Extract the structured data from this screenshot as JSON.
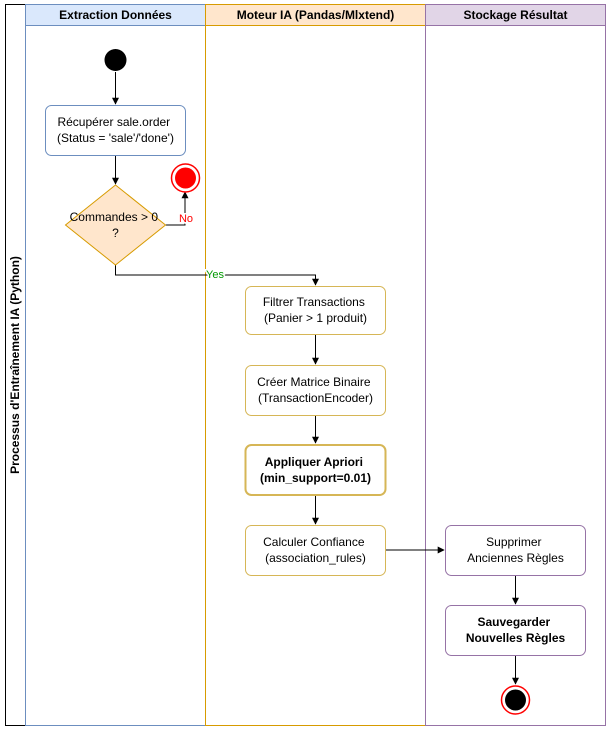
{
  "pool": {
    "title": "Processus d'Entraînement IA (Python)"
  },
  "lanes": [
    {
      "title": "Extraction Données",
      "fill": "#dae8fc",
      "stroke": "#6c8ebf"
    },
    {
      "title": "Moteur IA (Pandas/Mlxtend)",
      "fill": "#ffe6cc",
      "stroke": "#d79b00"
    },
    {
      "title": "Stockage Résultat",
      "fill": "#e1d5e7",
      "stroke": "#9673a6"
    }
  ],
  "nodes": {
    "fetch": {
      "line1": "Récupérer sale.order",
      "line2": "(Status = 'sale'/'done')"
    },
    "decision": {
      "line1": "Commandes > 0",
      "line2": "?"
    },
    "filter": {
      "line1": "Filtrer Transactions",
      "line2": "(Panier > 1 produit)"
    },
    "matrix": {
      "line1": "Créer Matrice Binaire",
      "line2": "(TransactionEncoder)"
    },
    "apriori": {
      "line1": "Appliquer Apriori",
      "line2": "(min_support=0.01)"
    },
    "confidence": {
      "line1": "Calculer Confiance",
      "line2": "(association_rules)"
    },
    "delete": {
      "line1": "Supprimer",
      "line2": "Anciennes Règles"
    },
    "save": {
      "line1": "Sauvegarder",
      "line2": "Nouvelles Règles"
    }
  },
  "edges": {
    "no_label": "No",
    "yes_label": "Yes",
    "no_color": "#ff0000",
    "yes_color": "#009900"
  },
  "colors": {
    "blue_box_stroke": "#6c8ebf",
    "orange_box_stroke": "#d6b656",
    "purple_box_stroke": "#9673a6",
    "decision_fill": "#ffe6cc",
    "decision_stroke": "#d79b00",
    "end_fill": "#ff0000"
  }
}
